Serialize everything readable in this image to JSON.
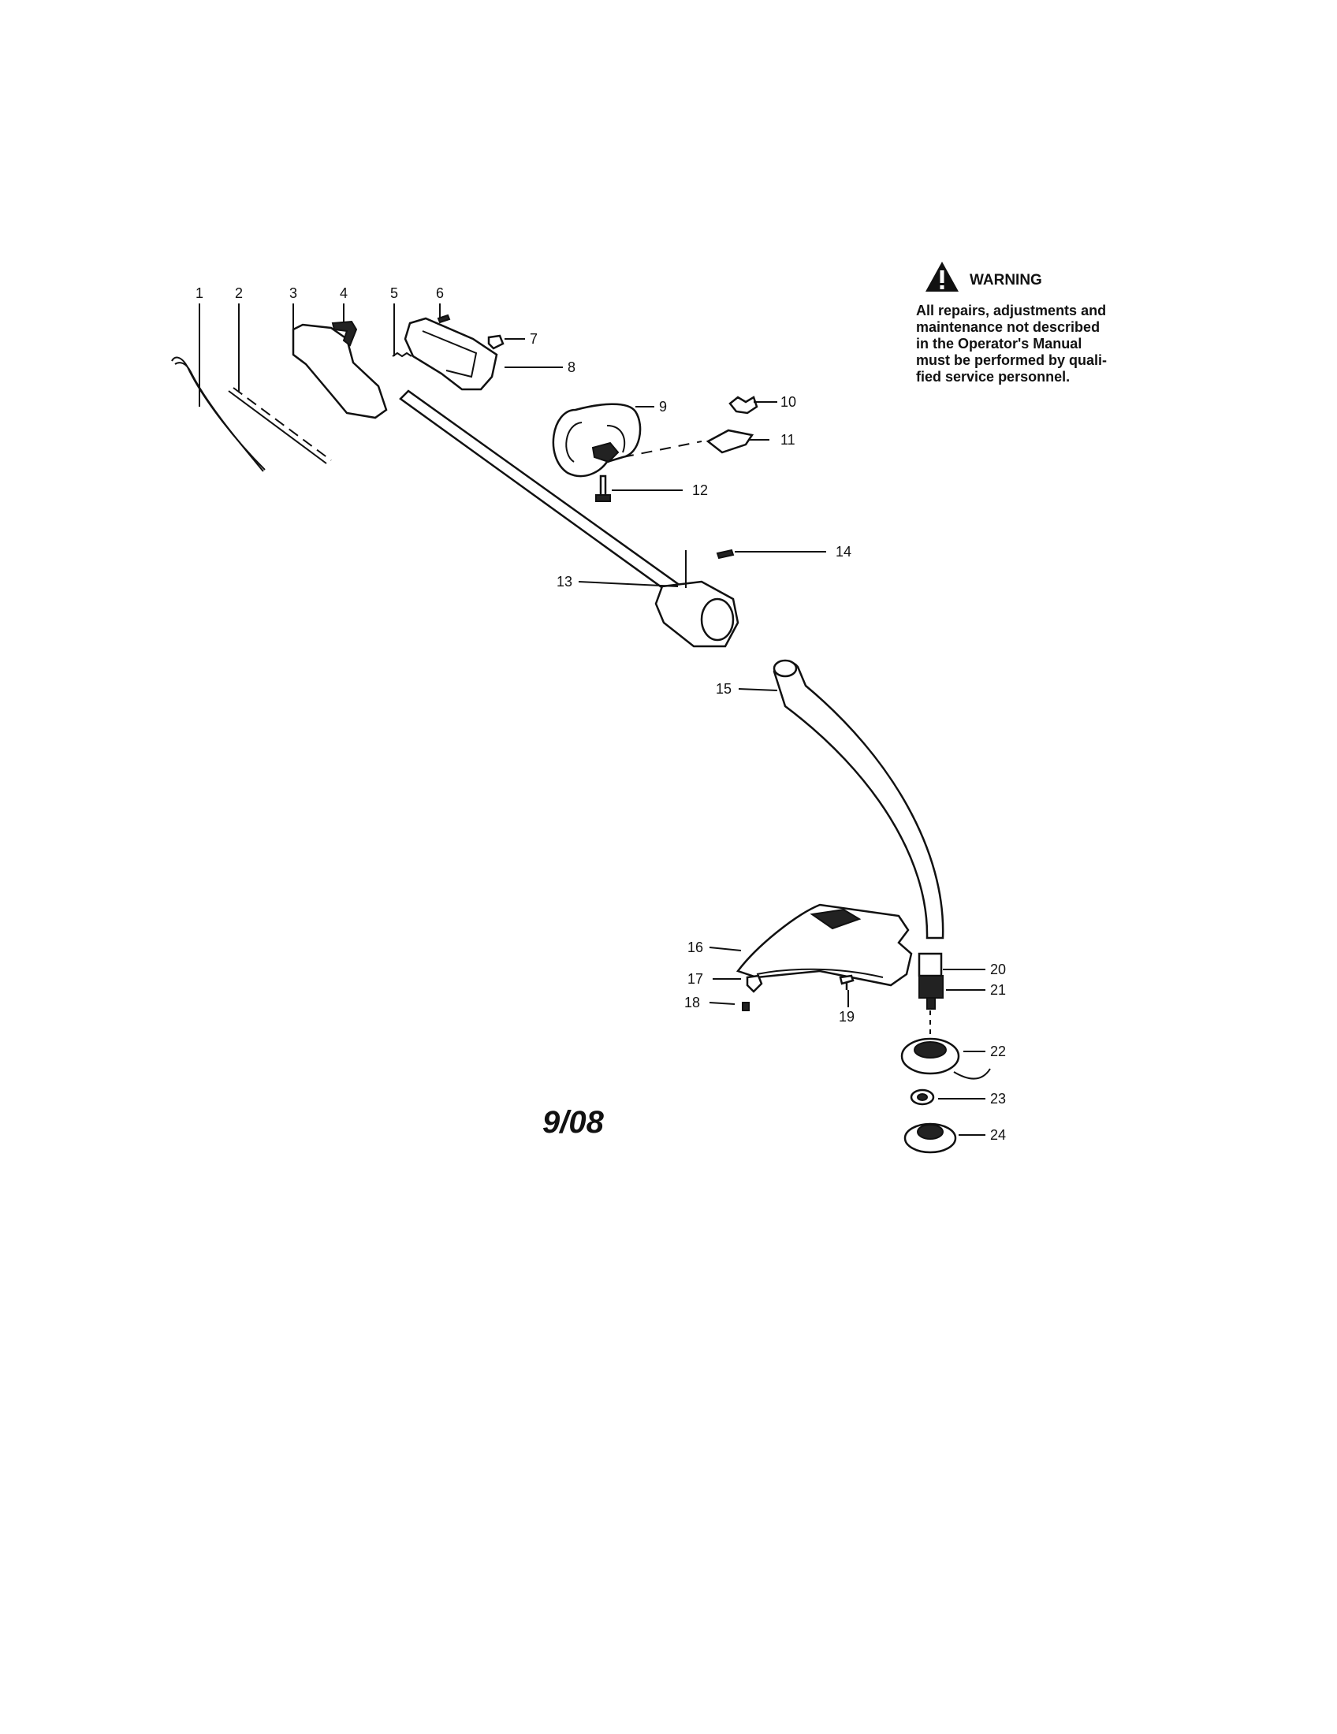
{
  "warning": {
    "title": "WARNING",
    "lines": [
      "All repairs, adjustments and",
      "maintenance not described",
      "in the Operator's Manual",
      "must be performed by quali-",
      "fied service personnel."
    ]
  },
  "revision": "9/08",
  "callouts": [
    "1",
    "2",
    "3",
    "4",
    "5",
    "6",
    "7",
    "8",
    "9",
    "10",
    "11",
    "12",
    "13",
    "14",
    "15",
    "16",
    "17",
    "18",
    "19",
    "20",
    "21",
    "22",
    "23",
    "24"
  ]
}
